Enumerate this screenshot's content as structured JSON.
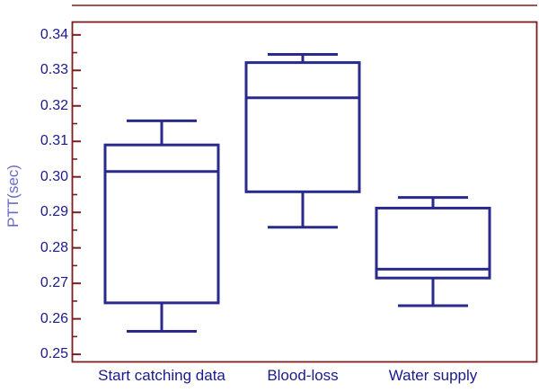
{
  "chart_data": {
    "type": "box",
    "title": "",
    "xlabel": "",
    "ylabel": "PTT(sec)",
    "ylim": [
      0.248,
      0.3435
    ],
    "yticks": [
      "0.25",
      "0.26",
      "0.27",
      "0.28",
      "0.29",
      "0.30",
      "0.31",
      "0.32",
      "0.33",
      "0.34"
    ],
    "ytick_values": [
      0.25,
      0.26,
      0.27,
      0.28,
      0.29,
      0.3,
      0.31,
      0.32,
      0.33,
      0.34
    ],
    "minor_ticks": true,
    "grid": false,
    "legend": "none",
    "categories": [
      "Start catching data",
      "Blood-loss",
      "Water supply"
    ],
    "boxes": [
      {
        "category": "Start catching data",
        "whisker_low": 0.2565,
        "q1": 0.2645,
        "median": 0.3015,
        "q3": 0.309,
        "whisker_high": 0.3158
      },
      {
        "category": "Blood-loss",
        "whisker_low": 0.2858,
        "q1": 0.2958,
        "median": 0.3223,
        "q3": 0.3322,
        "whisker_high": 0.3345
      },
      {
        "category": "Water supply",
        "whisker_low": 0.2637,
        "q1": 0.2715,
        "median": 0.274,
        "q3": 0.2912,
        "whisker_high": 0.2942
      }
    ],
    "colors": {
      "box_stroke": "#2a2a8c",
      "axis": "#7a1f1f",
      "tick_text": "#1a1a8c",
      "axis_label": "#6a6ac8",
      "background": "#ffffff"
    }
  }
}
